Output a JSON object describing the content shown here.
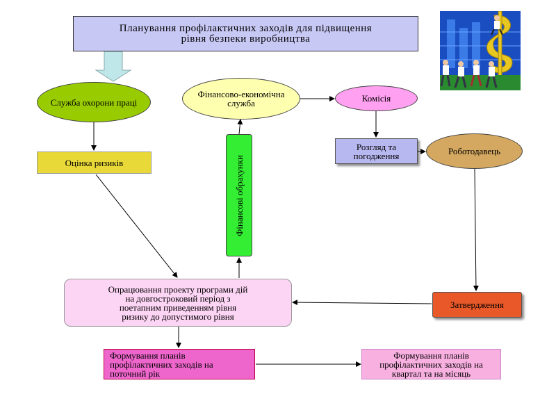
{
  "title": "Планування профілактичних  заходів для підвищення\nрівня безпеки виробництва",
  "nodes": {
    "service": "Служба охорони праці",
    "risk": "Оцінка ризиків",
    "finance_service": "Фінансово-економічна\nслужба",
    "commission": "Комісія",
    "review": "Розгляд та\nпогодження",
    "employer": "Роботодавець",
    "finance_calc": "Фінансові обрахунки",
    "project": "Опрацювання проекту програми дій\nна довгостроковий період з\nпоетапним приведенням рівня\nризику до допустимого рівня",
    "approval": "Затвердження",
    "plans_year": "Формування планів\nпрофілактичних заходів на\nпоточний рік",
    "plans_quarter": "Формування планів\nпрофілактичних заходів на\nквартал та на місяць"
  },
  "colors": {
    "title_bg": "#c8c8f5",
    "service": "#99cc00",
    "risk": "#e8d838",
    "finance_service": "#ffffb0",
    "commission": "#ffa0f0",
    "review": "#b8b8f0",
    "employer": "#d4a860",
    "finance_calc": "#33ee33",
    "project": "#fcd4f4",
    "approval": "#e85828",
    "plans_year": "#ee66cc",
    "plans_quarter": "#f8b0e0",
    "arrow": "#bfe6e8"
  },
  "illustration": "business-people-dollar-clipart"
}
